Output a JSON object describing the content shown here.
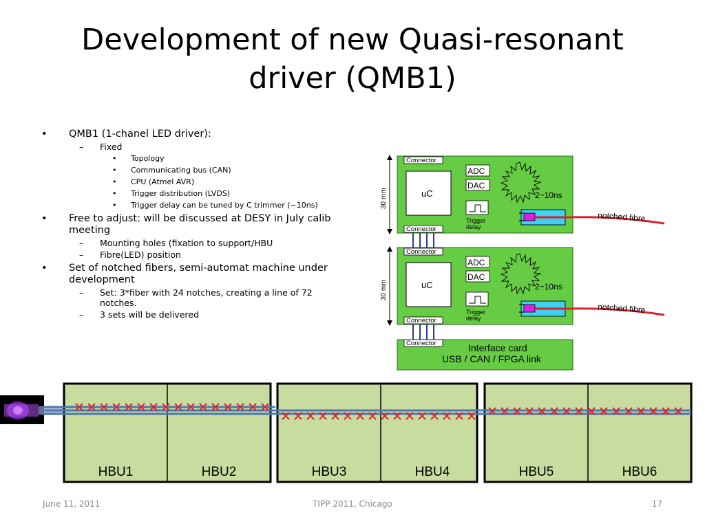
{
  "title": {
    "line1": "Development of new Quasi-resonant",
    "line2": "driver (QMB1)"
  },
  "bullets": {
    "b1": "QMB1 (1-chanel LED driver):",
    "b1_fixed": "Fixed",
    "b1_items": [
      "Topology",
      "Communicating bus (CAN)",
      "CPU (Atmel AVR)",
      "Trigger distribution (LVDS)",
      "Trigger delay can be tuned by C trimmer (~10ns)"
    ],
    "b2": "Free to adjust:  will be discussed at DESY in July calib meeting",
    "b2_items": [
      "Mounting holes (fixation to support/HBU",
      "Fibre(LED) position"
    ],
    "b3": "Set of notched fibers, semi-automat machine under development",
    "b3_items": [
      "Set: 3*fiber with 24 notches, creating a line of 72 notches.",
      "3 sets will be delivered"
    ]
  },
  "diagram": {
    "board_label_connector": "Connector",
    "board_label_uc": "uC",
    "board_label_adc": "ADC",
    "board_label_dac": "DAC",
    "board_label_timing": "2~10ns",
    "board_label_trigger1": "Trigger",
    "board_label_trigger2": "delay",
    "board_label_fibre": "notched fibre",
    "dimension_label": "30 mm",
    "interface_line1": "Interface card",
    "interface_line2": "USB / CAN / FPGA link"
  },
  "hbu": {
    "labels": [
      "HBU1",
      "HBU2",
      "HBU3",
      "HBU4",
      "HBU5",
      "HBU6"
    ]
  },
  "colors": {
    "board_green": "#66cc44",
    "hbu_green": "#c8dca0",
    "fibre_red": "#e0202a",
    "fibre_blue": "#4a78b4",
    "led_cyan": "#40d0f0",
    "led_magenta": "#e020e0"
  },
  "footer": {
    "date": "June 11, 2011",
    "event": "TIPP 2011, Chicago",
    "page": "17"
  }
}
